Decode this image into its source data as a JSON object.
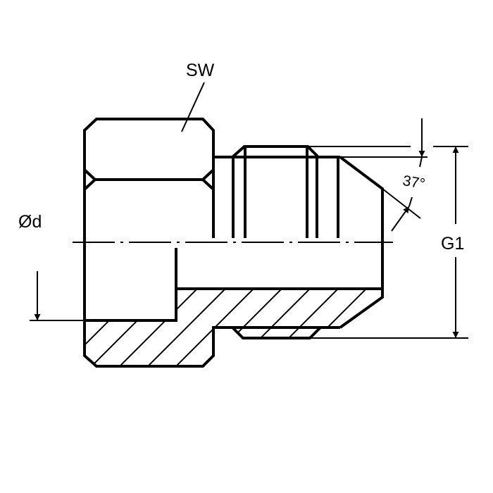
{
  "drawing": {
    "labels": {
      "width_across_flats": "SW",
      "bore_diameter": "Ød",
      "thread": "G1",
      "cone_angle": "37°"
    },
    "colors": {
      "line": "#000000",
      "background": "#ffffff"
    }
  }
}
